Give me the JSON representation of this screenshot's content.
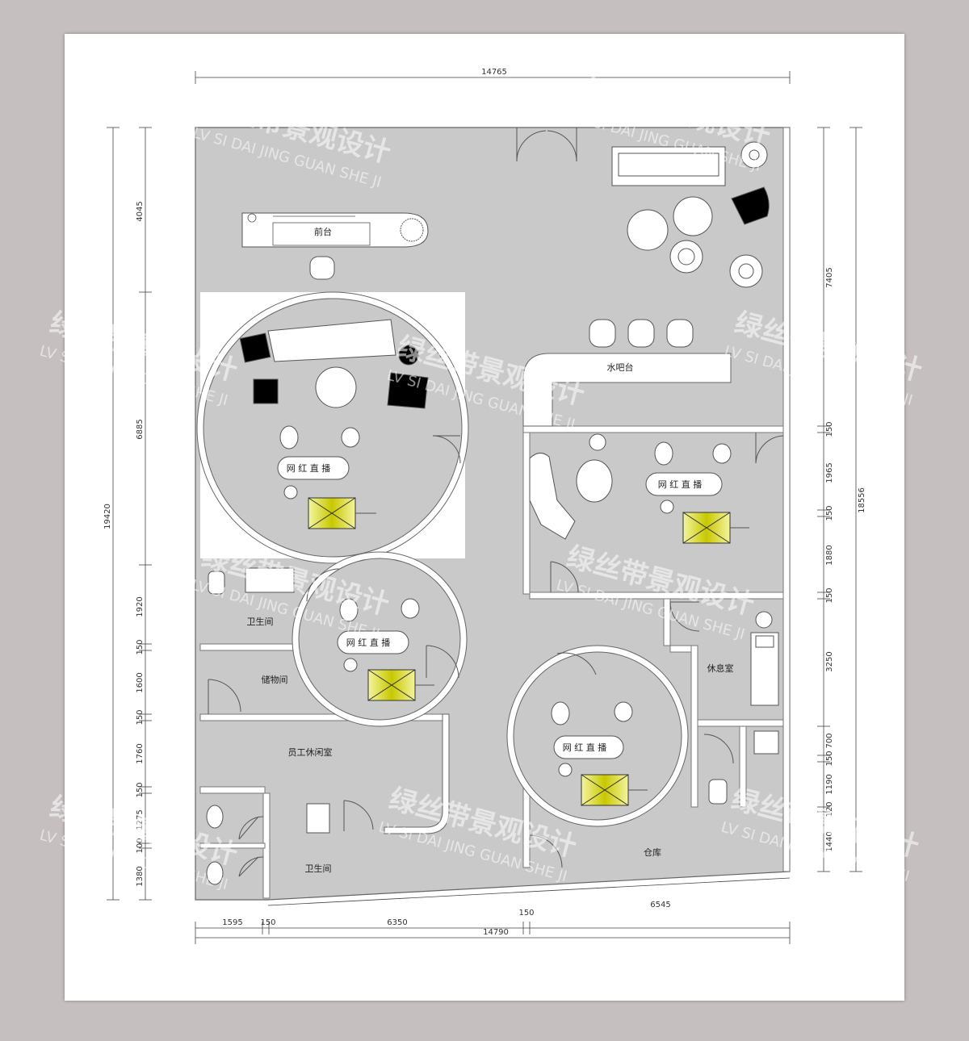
{
  "dimensions": {
    "top": "14765",
    "bottom_segments": [
      "1595",
      "150",
      "6350",
      "150",
      "6545"
    ],
    "bottom_total": "14790",
    "left_total": "19420",
    "left_segments": [
      "4045",
      "6885",
      "1920",
      "150",
      "1600",
      "150",
      "1760",
      "150",
      "1275",
      "100",
      "1380"
    ],
    "right_total": "18556",
    "right_segments": [
      "7405",
      "150",
      "1965",
      "150",
      "1880",
      "150",
      "3250",
      "700",
      "150",
      "1190",
      "120",
      "1440"
    ]
  },
  "rooms": {
    "reception": "前台",
    "water_bar": "水吧台",
    "live_1": "网 红 直 播",
    "live_2": "网 红 直 播",
    "live_3": "网 红 直 播",
    "live_4": "网 红 直 播",
    "toilet_1": "卫生间",
    "toilet_2": "卫生间",
    "storage": "储物间",
    "staff_lounge": "员工休闲室",
    "rest_room": "休息室",
    "warehouse": "仓库"
  },
  "watermark": {
    "cn": "绿丝带景观设计",
    "en": "LV SI DAI JING GUAN SHE JI"
  },
  "colors": {
    "floor": "#c9c9c9",
    "wall": "#ffffff",
    "lamp_yellow": "#d4d400",
    "furniture_dark": "#000000"
  }
}
